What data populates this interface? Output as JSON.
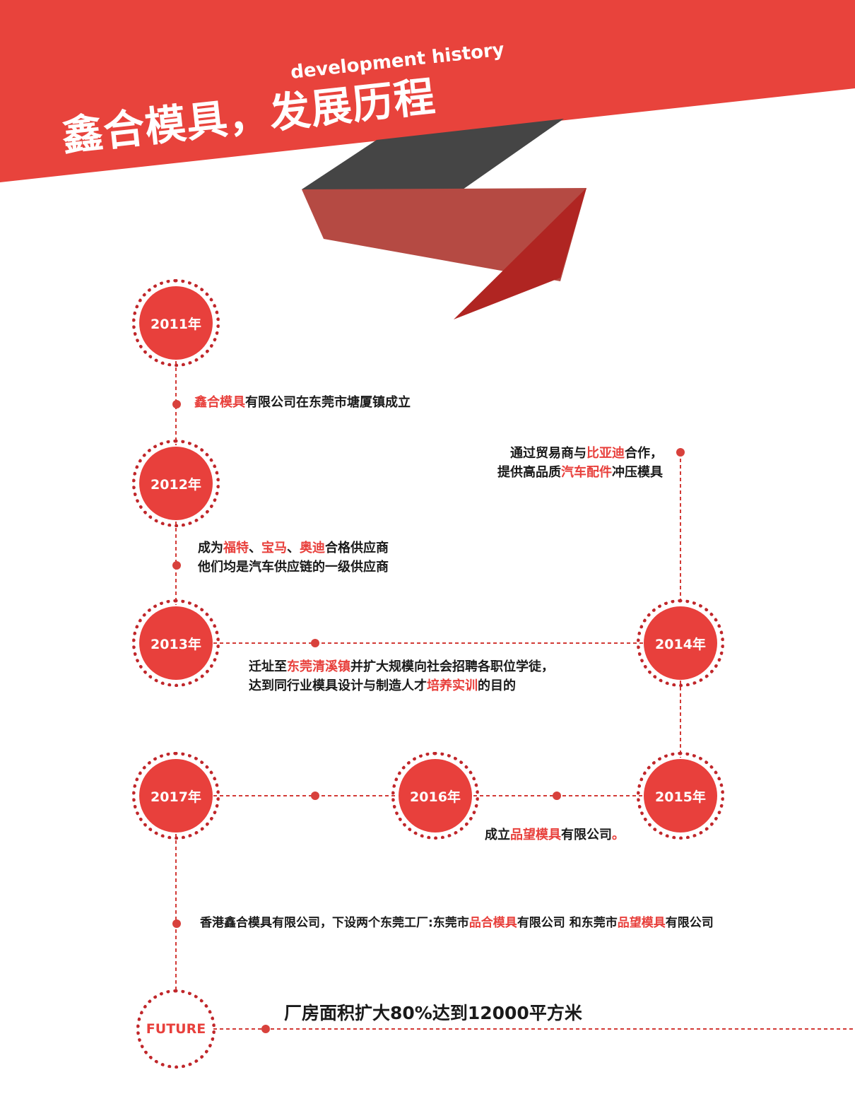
{
  "header": {
    "title_en": "development history",
    "title_cn": "鑫合模具，发展历程"
  },
  "milestones": {
    "y2011": "2011年",
    "y2012": "2012年",
    "y2013": "2013年",
    "y2014": "2014年",
    "y2015": "2015年",
    "y2016": "2016年",
    "y2017": "2017年",
    "future": "FUTURE"
  },
  "events": {
    "e2011": {
      "hl": "鑫合模具",
      "rest": "有限公司在东莞市塘厦镇成立"
    },
    "e2012": {
      "p1": "成为",
      "h1": "福特",
      "p2": "、",
      "h2": "宝马",
      "p3": "、",
      "h3": "奥迪",
      "p4": "合格供应商",
      "line2": "他们均是汽车供应链的一级供应商"
    },
    "e2014": {
      "p1": "通过贸易商与",
      "h1": "比亚迪",
      "p2": "合作，",
      "p3": "提供高品质",
      "h2": "汽车配件",
      "p4": "冲压模具"
    },
    "e2013": {
      "p1": "迁址至",
      "h1": "东莞清溪镇",
      "p2": "并扩大规模向社会招聘各职位学徒，",
      "p3": "达到同行业模具设计与制造人才",
      "h2": "培养实训",
      "p4": "的目的"
    },
    "e2016": {
      "p1": "成立",
      "h1": "品望模具",
      "p2": "有限公司",
      "h2": "。"
    },
    "e2017": {
      "p1": "香港鑫合模具有限公司，下设两个东莞工厂:东莞市",
      "h1": "品合模具",
      "p2": "有限公司 和东莞市",
      "h2": "品望模具",
      "p3": "有限公司"
    },
    "future": "厂房面积扩大80%达到12000平方米"
  },
  "colors": {
    "primary_red": "#e8403c",
    "dark_red": "#c0262a",
    "ribbon_dark": "#454545",
    "ribbon_mid": "#b54a43",
    "ribbon_tip": "#b02522"
  }
}
